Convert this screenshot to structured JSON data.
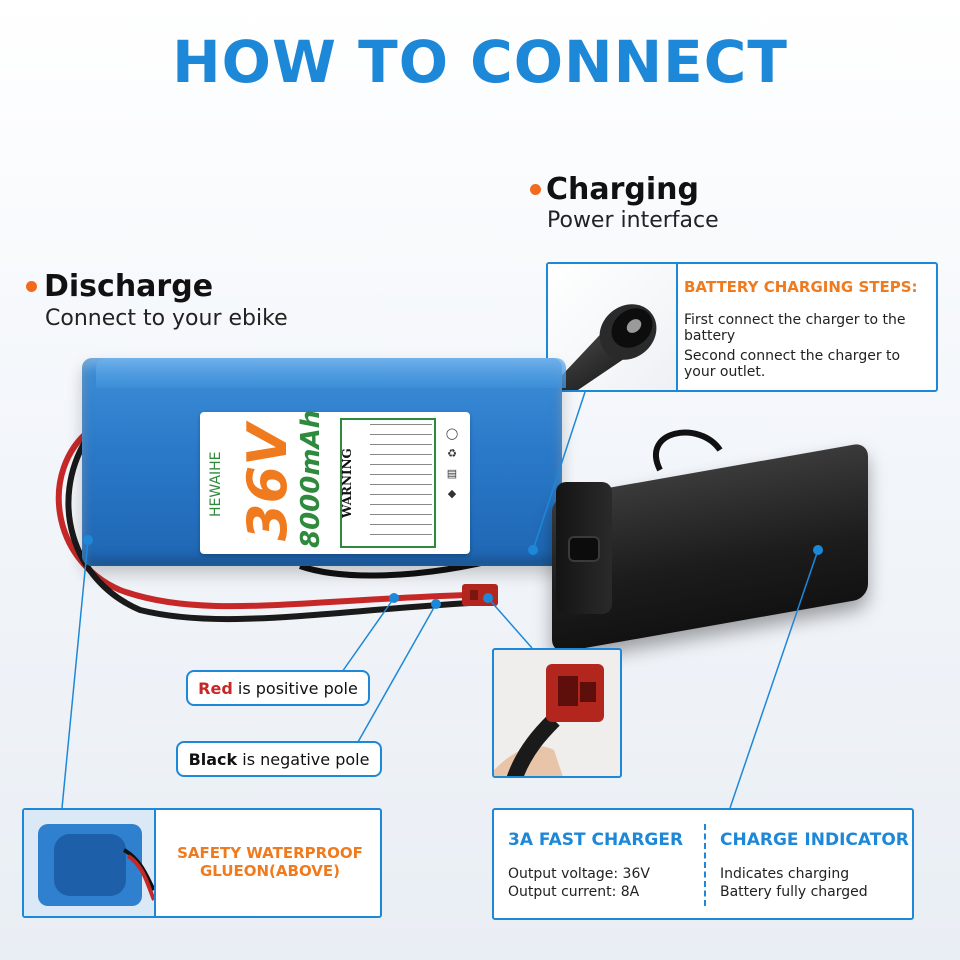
{
  "title": "HOW TO CONNECT",
  "charging": {
    "heading": "Charging",
    "sub": "Power interface"
  },
  "discharge": {
    "heading": "Discharge",
    "sub": "Connect to your ebike"
  },
  "steps_panel": {
    "heading": "BATTERY CHARGING STEPS:",
    "step1": "First connect the charger to the battery",
    "step2": "Second connect the charger to your outlet."
  },
  "battery_label": {
    "brand": "HEWAIHE",
    "voltage": "36V",
    "capacity": "8000mAh",
    "warning": "WARNING"
  },
  "red_pole": {
    "highlight": "Red",
    "rest": " is positive pole"
  },
  "black_pole": {
    "highlight": "Black",
    "rest": " is negative pole"
  },
  "waterproof": {
    "line1": "SAFETY WATERPROOF",
    "line2": "GLUEON(ABOVE)"
  },
  "fast_charger": {
    "heading": "3A FAST CHARGER",
    "line1": "Output voltage: 36V",
    "line2": "Output current: 8A"
  },
  "charge_indicator": {
    "heading": "CHARGE INDICATOR",
    "line1": "Indicates charging",
    "line2": "Battery fully charged"
  },
  "colors": {
    "accent_blue": "#1e88d8",
    "accent_orange": "#f26b1d",
    "battery_blue": "#2a79c9",
    "red_text": "#c62828"
  }
}
